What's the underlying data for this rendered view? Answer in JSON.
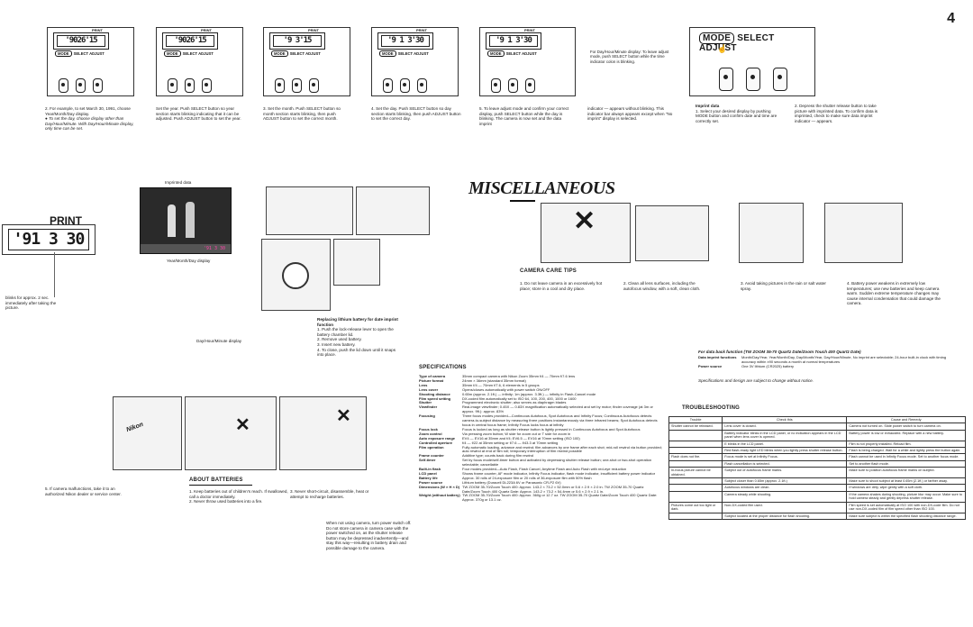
{
  "page_number": "4",
  "panels": [
    {
      "lcd_label": "PRINT",
      "lcd_value": "'9026'15",
      "mode": "MODE",
      "select": "SELECT",
      "adjust": "ADJUST"
    },
    {
      "lcd_label": "PRINT",
      "lcd_value": "'9026'15",
      "mode": "MODE",
      "select": "SELECT",
      "adjust": "ADJUST"
    },
    {
      "lcd_label": "PRINT",
      "lcd_value": "'9 3'15",
      "mode": "MODE",
      "select": "SELECT",
      "adjust": "ADJUST"
    },
    {
      "lcd_label": "PRINT",
      "lcd_value": "'9 1 3'30",
      "mode": "MODE",
      "select": "SELECT",
      "adjust": "ADJUST"
    },
    {
      "lcd_label": "PRINT",
      "lcd_value": "'9 1 3'30",
      "mode": "MODE",
      "select": "SELECT",
      "adjust": "ADJUST"
    }
  ],
  "panel_note": "For Day/Hour/Minute display: To leave adjust mode, push SELECT button while the time indicator colon is blinking.",
  "big_panel": {
    "mode": "MODE",
    "select": "SELECT",
    "adjust": "ADJUST"
  },
  "steps": [
    {
      "text": "2. For example, to set March 30, 1991, choose Year/Month/Day display.",
      "bullet": "To set the day, choose display other than Day/Hour/Minute. With Day/Hour/Minute display, only time can be set."
    },
    {
      "text": "Set the year. Push SELECT button so year section starts blinking indicating that it can be adjusted. Push ADJUST button to set the year."
    },
    {
      "text": "3. Set the month. Push SELECT button so month section starts blinking, then push ADJUST button to set the correct month."
    },
    {
      "text": "4. Set the day. Push SELECT button so day section starts blinking, then push ADJUST button to set the correct day."
    },
    {
      "text": "5. To leave adjust mode and confirm your correct display, push SELECT button while the day is blinking. The camera is now set and the data imprint"
    },
    {
      "text": "indicator — appears without blinking. This indicator bar always appears except when \"No imprint\" display is selected."
    }
  ],
  "imprint_data": {
    "heading": "Imprint data",
    "step1": "1. Select your desired display by pushing MODE button and confirm date and time are correctly set.",
    "step2": "2. Depress the shutter release button to take picture with imprinted data. To confirm data is imprinted, check to make sure data imprint indicator — appears."
  },
  "section_title": "MISCELLANEOUS",
  "imprinted_data_label": "Imprinted data",
  "print_label": "PRINT",
  "big_lcd_value": "'91 3 30",
  "ymd_label": "Year/Month/Day display",
  "dhm_label": "Day/Hour/Minute display",
  "blink_note": "blinks for approx. 2 sec. immediately after taking the picture.",
  "battery_replace": {
    "heading": "Replacing lithium battery for date imprint function",
    "steps": [
      "1. Push the lock-release lever to open the battery chamber lid.",
      "2. Remove used battery.",
      "3. Insert new battery.",
      "4. To close, push the lid down until it snaps into place."
    ]
  },
  "camera_care": {
    "heading": "CAMERA CARE TIPS",
    "tips": [
      "1. Do not leave camera in an excessively hot place; store in a cool and dry place.",
      "2. Clean all lens surfaces, including the autofocus window, with a soft, clean cloth.",
      "3. Avoid taking pictures in the rain or salt water spray.",
      "4. Battery power weakens in extremely low temperatures; use new batteries and keep camera warm. Sudden extreme temperature changes may cause internal condensation that could damage the camera."
    ]
  },
  "about_batteries": {
    "heading": "ABOUT BATTERIES",
    "items": [
      "1. Keep batteries out of children's reach. If swallowed, call a doctor immediately.",
      "2. Never throw used batteries into a fire.",
      "3. Never short-circuit, disassemble, heat or attempt to recharge batteries."
    ],
    "note5": "5. If camera malfunctions, take it to an authorized Nikon dealer or service center.",
    "turn_off_note": "When not using camera, turn power switch off. Do not store camera in camera case with the power switched on, as the shutter release button may be depressed inadvertently—and stay this way—resulting in battery drain and possible damage to the camera."
  },
  "specifications": {
    "heading": "SPECIFICATIONS",
    "rows": [
      {
        "k": "Type of camera",
        "v": "35mm compact camera with Nikon Zoom 35mm f/4 — 70mm f/7.6 lens"
      },
      {
        "k": "Picture format",
        "v": "24mm × 36mm (standard 35mm format)"
      },
      {
        "k": "Lens",
        "v": "35mm f/4 — 70mm f/7.6, 6 elements in 5 groups"
      },
      {
        "k": "Lens cover",
        "v": "Opens/closes automatically with power switch ON/OFF"
      },
      {
        "k": "Shooting distance",
        "v": "0.65m (approx. 2.1ft.) — infinity; 1m (approx. 3.3ft.) — infinity in Flash-Cancel mode"
      },
      {
        "k": "Film speed setting",
        "v": "DX-coded film automatically set to ISO 64, 100, 200, 400, 1000 or 1600"
      },
      {
        "k": "Shutter",
        "v": "Programmed electronic shutter; also serves as diaphragm blades"
      },
      {
        "k": "Viewfinder",
        "v": "Real-image viewfinder; 0.45X — 0.83X magnification automatically selected and set by motor; finder coverage (at 3m or approx. 9ft.): approx. 83%"
      },
      {
        "k": "Focusing",
        "v": "Three focus modes provided—Continuous Autofocus, Spot Autofocus and Infinity Focus; Continuous Autofocus detects camera-to-subject distance by measuring three positions instantaneously via three infrared beams; Spot Autofocus detects focus in central focus frame; Infinity Focus locks focus at infinity"
      },
      {
        "k": "Focus lock",
        "v": "Focus is locked as long as shutter release button is lightly pressed in Continuous Autofocus and Spot Autofocus"
      },
      {
        "k": "Zoom control",
        "v": "Via pressing zoom button; W side for zoom out or T side for zoom in"
      },
      {
        "k": "Auto exposure range",
        "v": "EV4 — EV16 at 35mm and f/4; EV6.5 — EV16 at 70mm setting (ISO 100)"
      },
      {
        "k": "Controlled aperture",
        "v": "f/4 — f/22 at 35mm setting or f/7.6 — f/43.3 at 70mm setting"
      },
      {
        "k": "Film operation",
        "v": "Fully automatic loading, advance and rewind; film advances by one frame after each shot; mid-roll rewind via button provided; auto rewind at end of film roll; temporary interruption of film rewind possible"
      },
      {
        "k": "Frame counter",
        "v": "Additive type; counts back during film rewind"
      },
      {
        "k": "Self-timer",
        "v": "Set by focus mode/self-timer button and activated by depressing shutter release button; one-shot or two-shot operation selectable; cancellable"
      },
      {
        "k": "Built-in flash",
        "v": "Four modes provided—Auto Flash, Flash Cancel, Anytime Flash and Auto Flash with red-eye reduction"
      },
      {
        "k": "LCD panel",
        "v": "Shows frame counter, AF mode indicator, Infinity Focus indicator, flash mode indicator, insufficient battery power indicator"
      },
      {
        "k": "Battery life",
        "v": "Approx. 30 rolls of 24-exposure film or 20 rolls of 36-exposure film with 50% flash"
      },
      {
        "k": "Power source",
        "v": "Lithium battery (Duracell DL223A 6V or Panasonic CR-P2 6V)"
      },
      {
        "k": "Dimensions (W × H × D)",
        "v": "TW ZOOM 35-70/Zoom Touch 400: Approx. 143.2 × 73.2 × 52.0mm or 5.6 × 2.9 × 2.0 in. TW ZOOM 35-70 Quartz Date/Zoom Touch 400 Quartz Date: Approx. 143.2 × 73.2 × 54.4mm or 5.6 × 2.9 × 2.1 in."
      },
      {
        "k": "Weight (without battery)",
        "v": "TW ZOOM 35-70/Zoom Touch 400: Approx. 360g or 12.7 oz. TW ZOOM 35-70 Quartz Date/Zoom Touch 400 Quartz Date: Approx. 370g or 13.1 oz."
      }
    ]
  },
  "data_back": {
    "heading": "For data back function (TW ZOOM 35-70 Quartz Date/Zoom Touch 400 Quartz Date)",
    "rows": [
      {
        "k": "Data imprint functions",
        "v": "Month/Day/Year, Year/Month/Day, Day/Month/Year, Day/Hour/Minute, No imprint are selectable; 24-hour built-in clock with timing accuracy within ±90 seconds a month at normal temperatures"
      },
      {
        "k": "Power source",
        "v": "One 3V lithium (CR2025) battery"
      }
    ],
    "note": "Specifications and design are subject to change without notice."
  },
  "troubleshooting": {
    "heading": "TROUBLESHOOTING",
    "headers": [
      "Trouble",
      "Check this",
      "Cause and Remedy"
    ],
    "rows": [
      {
        "trouble": "Shutter cannot be released.",
        "check": "Lens cover is closed.",
        "cause": "Camera not turned on. Slide power switch to turn camera on."
      },
      {
        "trouble": "",
        "check": "Battery indicator blinks in the LCD panel, or no indication appears in the LCD panel when lens cover is opened.",
        "cause": "Battery power is low or exhausted. Replace with a new battery."
      },
      {
        "trouble": "",
        "check": "E blinks in the LCD panel.",
        "cause": "Film is not properly installed. Reload film."
      },
      {
        "trouble": "",
        "check": "Red flash-ready light LED blinks when you lightly press shutter release button.",
        "cause": "Flash is being charged. Wait for a while and lightly press the button again."
      },
      {
        "trouble": "Flash does not fire.",
        "check": "Focus mode is set at Infinity Focus.",
        "cause": "Flash cannot be used in Infinity Focus mode. Set to another focus mode."
      },
      {
        "trouble": "",
        "check": "Flash cancellation is selected.",
        "cause": "Set to another flash mode."
      },
      {
        "trouble": "In-focus picture cannot be obtained.",
        "check": "Subject out of autofocus frame marks.",
        "cause": "Make sure to position autofocus frame marks on subject."
      },
      {
        "trouble": "",
        "check": "Subject closer than 0.65m (approx. 2.1ft.)",
        "cause": "Make sure to shoot subject at least 0.65m (2.1ft.) or farther away."
      },
      {
        "trouble": "",
        "check": "Autofocus windows are clean.",
        "cause": "If windows are dirty, wipe gently with a soft cloth."
      },
      {
        "trouble": "",
        "check": "Camera steady while shooting.",
        "cause": "If the camera shakes during shooting, picture blur may occur. Make sure to hold camera steady and gently depress shutter release."
      },
      {
        "trouble": "Pictures come out too light or dark.",
        "check": "Non-DX-coded film used.",
        "cause": "Film speed is set automatically at ISO 100 with non-DX-code film. Do not use non-DX-coded film of film speed other than ISO 100."
      },
      {
        "trouble": "",
        "check": "Subject located at the proper distance for flash shooting.",
        "cause": "Make sure subject is within the specified flash shooting distance range."
      }
    ]
  }
}
